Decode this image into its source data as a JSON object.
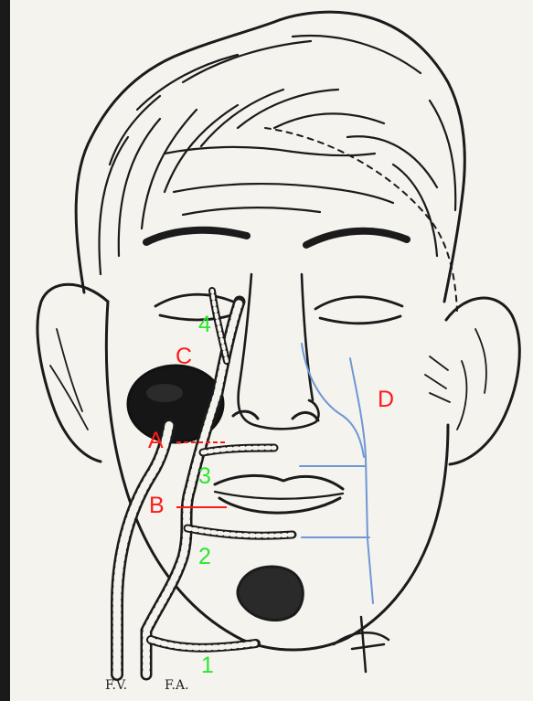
{
  "labels": {
    "artery_segments": [
      "1",
      "2",
      "3",
      "4"
    ],
    "points": {
      "a": "A",
      "b": "B",
      "c": "C",
      "d": "D"
    }
  },
  "captions": {
    "facial_vein": "F.V.",
    "facial_artery": "F.A."
  },
  "colors": {
    "point_labels": "#ff1a1a",
    "segment_numbers": "#2ee62e",
    "nerve_branches": "#6f97d6",
    "ink": "#1b1b1b"
  }
}
